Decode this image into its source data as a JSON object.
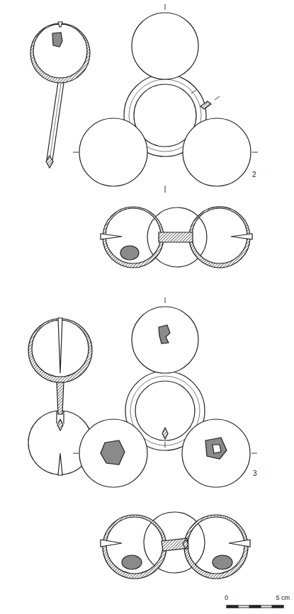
{
  "diagram": {
    "labels": [
      "2",
      "3",
      "0",
      "5 cm"
    ]
  }
}
